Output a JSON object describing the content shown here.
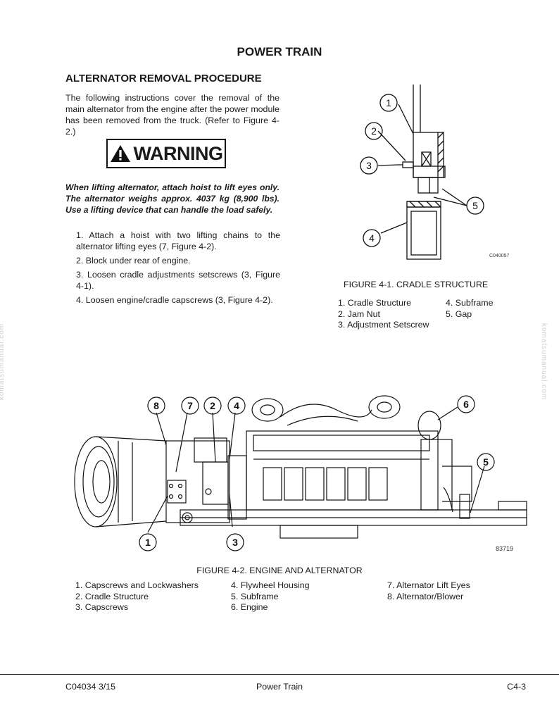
{
  "page_title": "POWER TRAIN",
  "section_title": "ALTERNATOR REMOVAL PROCEDURE",
  "intro": "The following instructions cover the removal of the main alternator from the engine after the power module has been removed from the truck. (Refer to Figure 4-2.)",
  "warning_label": "WARNING",
  "warning_text": "When lifting alternator, attach hoist to lift eyes only. The alternator weighs approx. 4037 kg (8,900 lbs). Use a lifting device that can handle the load safely.",
  "steps": [
    {
      "num": "1.",
      "text": "Attach a hoist with two lifting chains to the alternator lifting eyes (7, Figure 4-2)."
    },
    {
      "num": "2.",
      "text": "Block under rear of engine."
    },
    {
      "num": "3.",
      "text": "Loosen cradle adjustments setscrews (3, Figure 4-1)."
    },
    {
      "num": "4.",
      "text": "Loosen engine/cradle capscrews (3, Figure 4-2)."
    }
  ],
  "figure1": {
    "code": "C040057",
    "callouts": [
      "1",
      "2",
      "3",
      "4",
      "5"
    ],
    "caption": "FIGURE 4-1. CRADLE STRUCTURE",
    "legend_left": [
      "1. Cradle Structure",
      "2. Jam Nut",
      "3. Adjustment Setscrew"
    ],
    "legend_right": [
      "4. Subframe",
      "5. Gap"
    ]
  },
  "figure2": {
    "code": "83719",
    "callouts": [
      "8",
      "7",
      "2",
      "4",
      "6",
      "5",
      "1",
      "3"
    ],
    "caption": "FIGURE 4-2. ENGINE AND ALTERNATOR",
    "legend_col1": [
      "1. Capscrews and Lockwashers",
      "2. Cradle Structure",
      "3. Capscrews"
    ],
    "legend_col2": [
      "4. Flywheel Housing",
      "5. Subframe",
      "6. Engine"
    ],
    "legend_col3": [
      "7. Alternator Lift Eyes",
      "8. Alternator/Blower"
    ]
  },
  "watermark": "komatsumanual.com",
  "footer": {
    "left": "C04034  3/15",
    "center": "Power Train",
    "right": "C4-3"
  }
}
